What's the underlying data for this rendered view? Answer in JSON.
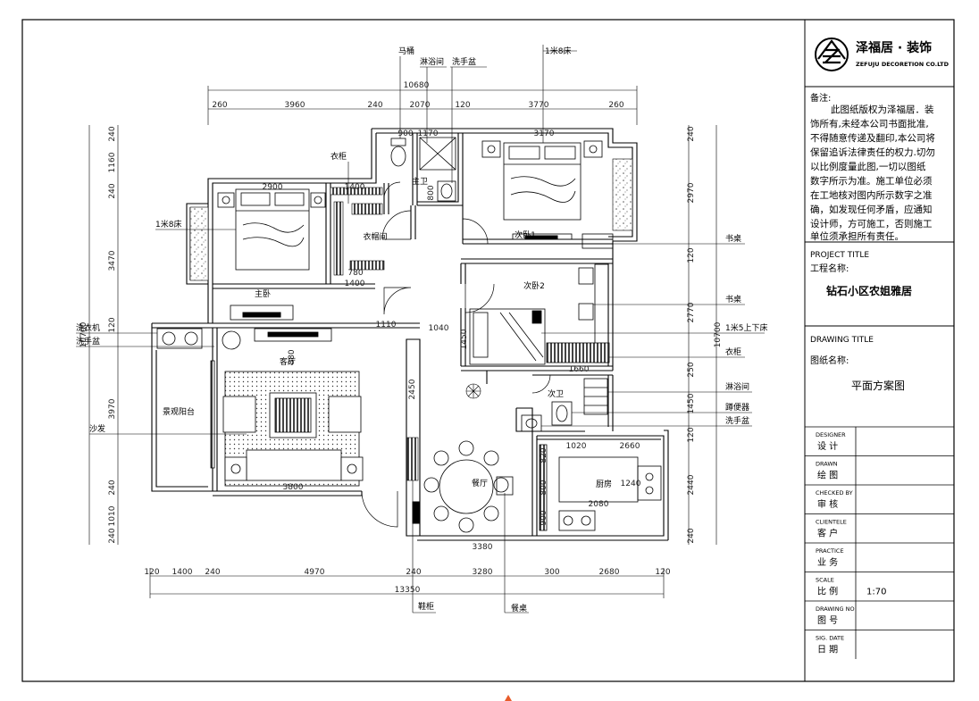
{
  "title_block": {
    "company_name": "泽福居 · 装饰",
    "company_en": "ZEFUJU DECORETION CO.LTD",
    "notes_heading": "备注:",
    "notes_lines": [
      "此图纸版权为泽福居．装",
      "饰所有,未经本公司书面批准,",
      "不得随意传递及翻印,本公司将",
      "保留追诉法律责任的权力.切勿",
      "以比例度量此图,一切以图纸",
      "数字所示为准。施工单位必须",
      "在工地核对图内所示数字之准",
      "确，如发现任何矛盾，应通知",
      "设计师，方可施工，否则施工",
      "单位须承担所有责任。"
    ],
    "project_title_en": "PROJECT TITLE",
    "project_title_cn": "工程名称:",
    "project_name": "钻石小区农姐雅居",
    "drawing_title_en": "DRAWING TITLE",
    "drawing_title_cn": "图纸名称:",
    "drawing_name": "平面方案图",
    "rows": [
      {
        "en": "DESIGNER",
        "cn": "设 计",
        "value": ""
      },
      {
        "en": "DRAWN",
        "cn": "绘 图",
        "value": ""
      },
      {
        "en": "CHECKED BY",
        "cn": "审 核",
        "value": ""
      },
      {
        "en": "CLIENTELE",
        "cn": "客 户",
        "value": ""
      },
      {
        "en": "PRACTICE",
        "cn": "业 务",
        "value": ""
      },
      {
        "en": "SCALE",
        "cn": "比 例",
        "value": "1:70"
      },
      {
        "en": "DRAWING NO",
        "cn": "图 号",
        "value": ""
      },
      {
        "en": "SIG. DATE",
        "cn": "日 期",
        "value": ""
      }
    ]
  },
  "rooms": {
    "master_bedroom": "主卧",
    "cloakroom": "衣帽间",
    "master_bath": "主卫",
    "second_bedroom_1": "次卧1",
    "second_bedroom_2": "次卧2",
    "living_room": "客厅",
    "balcony": "景观阳台",
    "second_bath": "次卫",
    "dining": "餐厅",
    "kitchen": "厨房"
  },
  "callouts": {
    "toilet": "马桶",
    "shower": "淋浴间",
    "washbasin_top": "洗手盆",
    "bed_18_top": "1米8床",
    "wardrobe_top": "衣柜",
    "bed_18_left": "1米8床",
    "washing_machine": "洗衣机",
    "washbasin_left": "洗手盆",
    "sofa": "沙发",
    "desk_1": "书桌",
    "desk_2": "书桌",
    "bunk_bed": "1米5上下床",
    "wardrobe_right": "衣柜",
    "shower_right": "淋浴间",
    "squat_toilet": "蹲便器",
    "washbasin_right": "洗手盆",
    "shoe_cabinet": "鞋柜",
    "dining_table": "餐桌"
  },
  "dimensions": {
    "top_total": "10680",
    "top_segments": [
      "260",
      "3960",
      "240",
      "2070",
      "120",
      "3770",
      "260"
    ],
    "bottom_total": "13350",
    "bottom_segments": [
      "120",
      "1400",
      "240",
      "4970",
      "240",
      "3280",
      "300",
      "2680",
      "120"
    ],
    "left_segments": [
      "240",
      "1160",
      "240",
      "3470",
      "120",
      "3970",
      "240",
      "1010",
      "240"
    ],
    "left_total": "10700",
    "right_segments": [
      "240",
      "2970",
      "120",
      "2770",
      "250",
      "1450",
      "120",
      "2440",
      "240"
    ],
    "right_total": "10700",
    "inner": [
      "900",
      "1170",
      "3170",
      "2900",
      "1400",
      "1400",
      "780",
      "1040",
      "1110",
      "1660",
      "1020",
      "2660",
      "3800",
      "3380",
      "2080",
      "1240",
      "820",
      "800",
      "900",
      "1450",
      "2450",
      "880",
      "800",
      "500"
    ]
  }
}
